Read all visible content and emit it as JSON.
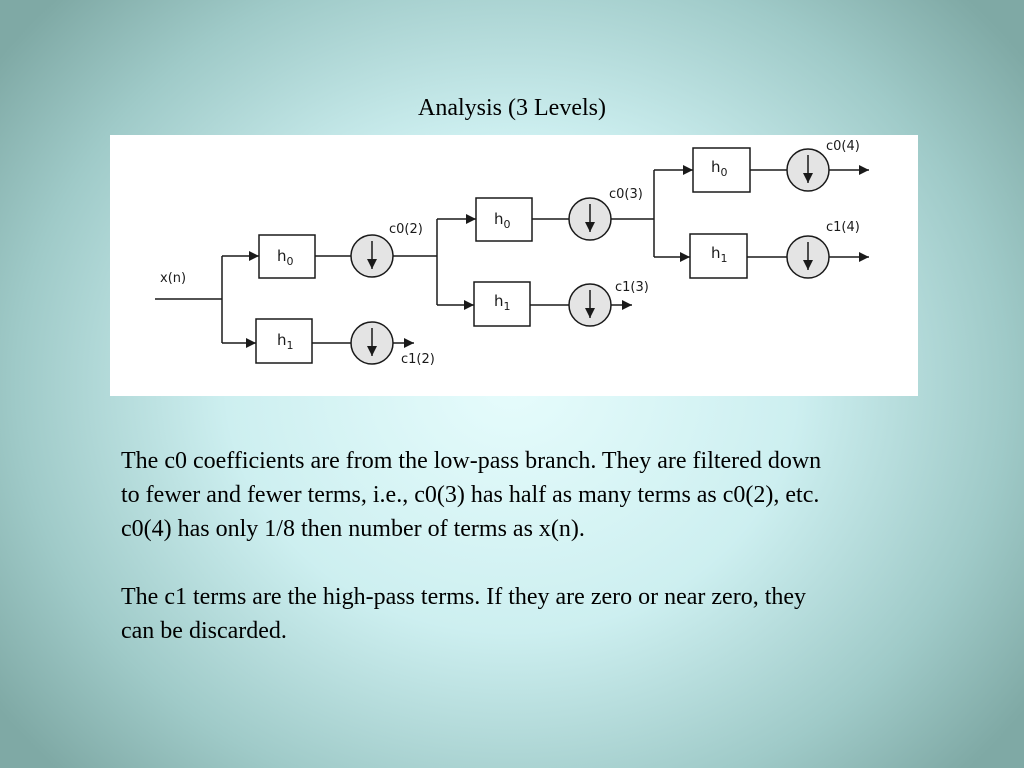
{
  "slide": {
    "title": "Analysis (3 Levels)",
    "paragraphs": [
      "The c0 coefficients  are from the low-pass branch.  They are filtered down to fewer and fewer terms, i.e., c0(3) has half as many terms as c0(2), etc.   c0(4) has only 1/8 then number of terms as x(n).",
      "The c1 terms are the high-pass terms.  If they are zero or near zero, they can be discarded."
    ]
  },
  "diagram": {
    "input_label": "x(n)",
    "filter_letter": "h",
    "lowpass_sub": "0",
    "highpass_sub": "1",
    "outputs": {
      "c0_2": "c0(2)",
      "c1_2": "c1(2)",
      "c0_3": "c0(3)",
      "c1_3": "c1(3)",
      "c0_4": "c0(4)",
      "c1_4": "c1(4)"
    },
    "colors": {
      "stroke": "#1a1a1a",
      "circle_fill": "#e4e4e4",
      "panel": "#ffffff"
    }
  }
}
